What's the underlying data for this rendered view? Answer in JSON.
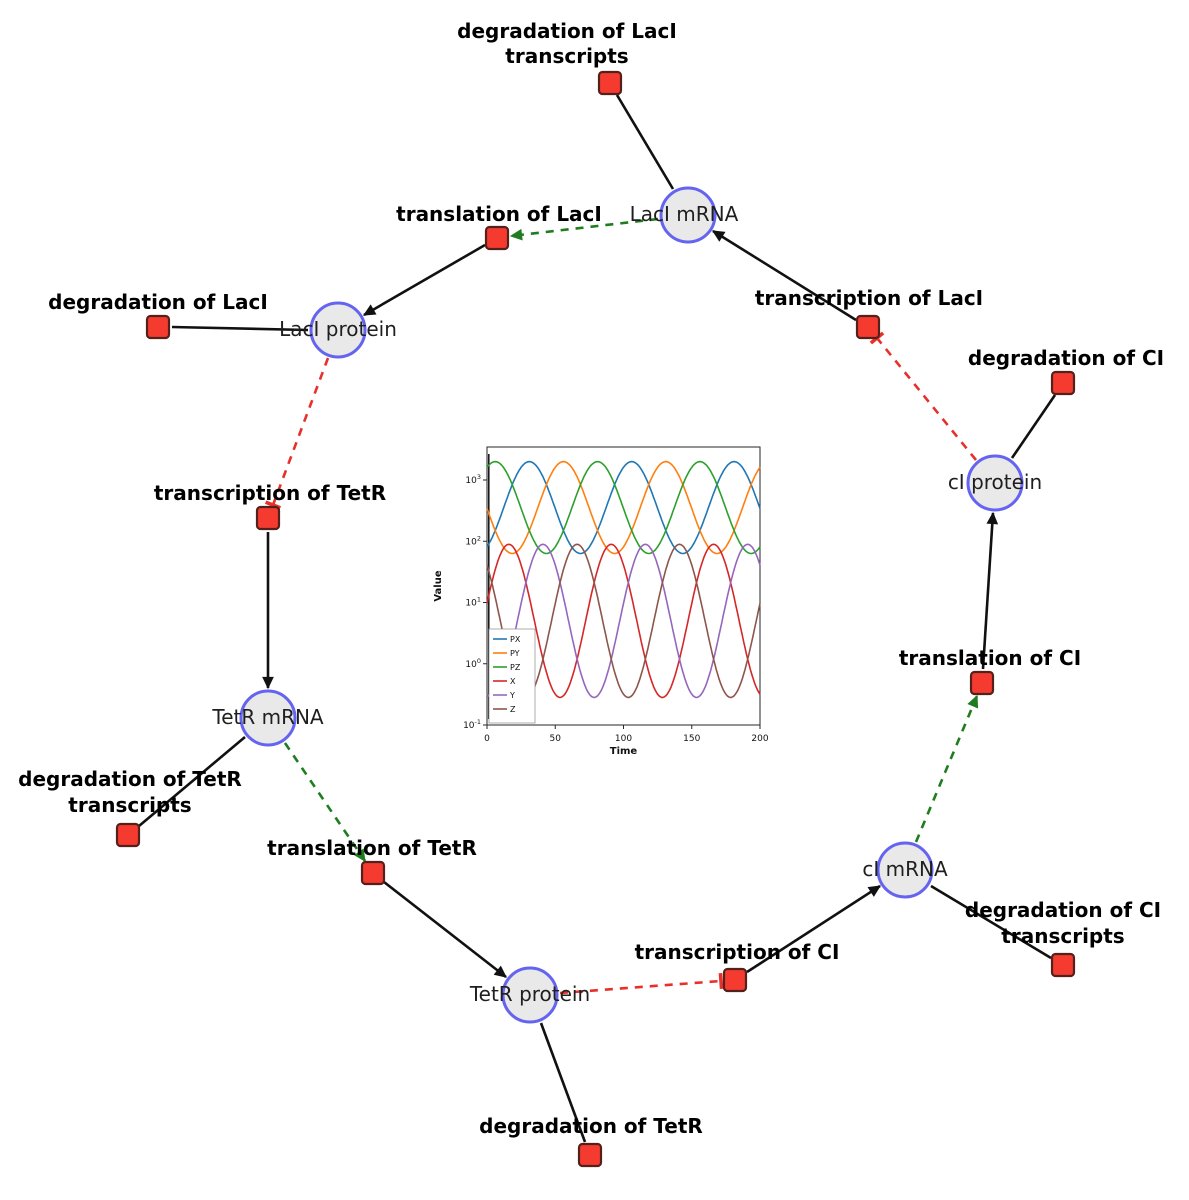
{
  "page": {
    "background": "#ffffff"
  },
  "diagram": {
    "species": [
      {
        "label": "LacI mRNA"
      },
      {
        "label": "LacI protein"
      },
      {
        "label": "TetR mRNA"
      },
      {
        "label": "TetR protein"
      },
      {
        "label": "cI mRNA"
      },
      {
        "label": "cI protein"
      }
    ],
    "reactions": [
      {
        "lines": [
          "degradation of LacI",
          "transcripts"
        ]
      },
      {
        "lines": [
          "translation of LacI"
        ]
      },
      {
        "lines": [
          "transcription of LacI"
        ]
      },
      {
        "lines": [
          "degradation of LacI"
        ]
      },
      {
        "lines": [
          "degradation of CI"
        ]
      },
      {
        "lines": [
          "transcription of TetR"
        ]
      },
      {
        "lines": [
          "degradation of TetR",
          "transcripts"
        ]
      },
      {
        "lines": [
          "translation of TetR"
        ]
      },
      {
        "lines": [
          "translation of CI"
        ]
      },
      {
        "lines": [
          "transcription of CI"
        ]
      },
      {
        "lines": [
          "degradation of CI",
          "transcripts"
        ]
      },
      {
        "lines": [
          "degradation of TetR"
        ]
      }
    ],
    "colors": {
      "species_fill": "#e9e9e9",
      "species_border": "#6464f0",
      "reaction_fill": "#f53b2f",
      "reaction_border": "#54201b",
      "edge": "#111111",
      "activation_edge": "#1e7d1e",
      "inhibition_edge": "#e8302a"
    }
  },
  "chart_data": {
    "type": "line",
    "title": "",
    "xlabel": "Time",
    "ylabel": "Value",
    "x_range": [
      0,
      200
    ],
    "x_ticks": [
      0,
      50,
      100,
      150,
      200
    ],
    "y_scale": "log",
    "y_range": [
      0.1,
      1000
    ],
    "y_tick_exponents": [
      -1,
      0,
      1,
      2,
      3
    ],
    "legend_position": "lower left",
    "grid": false,
    "series": [
      {
        "name": "PX",
        "color": "#1f77b4",
        "log10_mean": 2.55,
        "log10_amp": 0.75,
        "period": 75,
        "peak_t": 31
      },
      {
        "name": "PY",
        "color": "#ff7f0e",
        "log10_mean": 2.55,
        "log10_amp": 0.75,
        "period": 75,
        "peak_t": 56
      },
      {
        "name": "PZ",
        "color": "#2ca02c",
        "log10_mean": 2.55,
        "log10_amp": 0.75,
        "period": 75,
        "peak_t": 81
      },
      {
        "name": "X",
        "color": "#d62728",
        "log10_mean": 0.7,
        "log10_amp": 1.25,
        "period": 75,
        "peak_t": 16
      },
      {
        "name": "Y",
        "color": "#9467bd",
        "log10_mean": 0.7,
        "log10_amp": 1.25,
        "period": 75,
        "peak_t": 41
      },
      {
        "name": "Z",
        "color": "#8c564b",
        "log10_mean": 0.7,
        "log10_amp": 1.25,
        "period": 75,
        "peak_t": 66
      }
    ]
  }
}
